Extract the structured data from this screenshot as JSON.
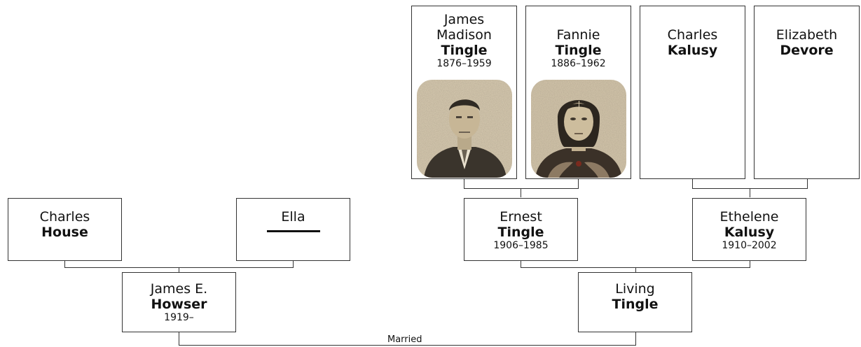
{
  "people": {
    "james_madison": {
      "given": "James Madison",
      "surname": "Tingle",
      "dates": "1876–1959"
    },
    "fannie": {
      "given": "Fannie",
      "surname": "Tingle",
      "dates": "1886–1962"
    },
    "charles_kalusy": {
      "given": "Charles",
      "surname": "Kalusy"
    },
    "elizabeth": {
      "given": "Elizabeth",
      "surname": "Devore"
    },
    "charles_house": {
      "given": "Charles",
      "surname": "House"
    },
    "ella": {
      "given": "Ella"
    },
    "ernest": {
      "given": "Ernest",
      "surname": "Tingle",
      "dates": "1906–1985"
    },
    "ethelene": {
      "given": "Ethelene",
      "surname": "Kalusy",
      "dates": "1910–2002"
    },
    "james_e": {
      "given": "James E.",
      "surname": "Howser",
      "dates": "1919–"
    },
    "living": {
      "given": "Living",
      "surname": "Tingle"
    }
  },
  "relation_label": "Married",
  "colors": {
    "border": "#333333",
    "photo_tone": "#d8c9ad"
  }
}
